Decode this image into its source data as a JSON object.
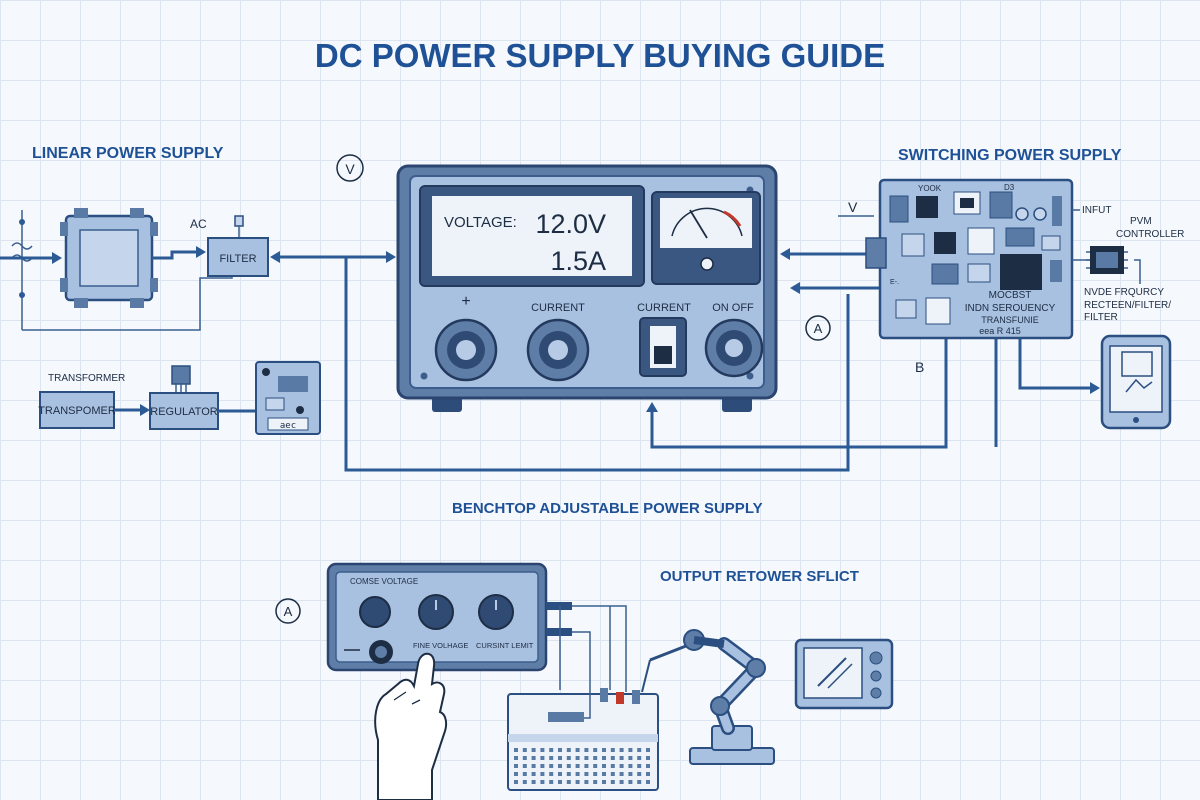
{
  "title": "DC POWER SUPPLY BUYING GUIDE",
  "sections": {
    "linear": "LINEAR POWER SUPPLY",
    "switching": "SWITCHING POWER SUPPLY",
    "benchtop": "BENCHTOP ADJUSTABLE POWER SUPPLY",
    "output": "OUTPUT RETOWER SFLICT"
  },
  "linear": {
    "ac_label": "AC",
    "filter_label": "FILTER",
    "transformer_caption": "TRANSFORMER",
    "transformer_label": "TRANSPOMER",
    "regulator_label": "REGULATOR",
    "board_tag": "aec"
  },
  "markers": {
    "v_circle": "V",
    "a_circle_right": "A",
    "a_circle_bottom": "A",
    "b_label": "B",
    "v_switch": "V"
  },
  "main_unit": {
    "voltage_label": "VOLTAGE:",
    "voltage_value": "12.0V",
    "current_value": "1.5A",
    "plus_label": "+",
    "knob2_label": "CURRENT",
    "switch_label": "CURRENT",
    "power_label": "ON OFF"
  },
  "switching": {
    "board_top_text": "YOOK",
    "board_top_text2": "D3",
    "input_label": "INFUT",
    "pwm_label": "PVM",
    "controller_label": "CONTROLLER",
    "freq_label": "NVDE FRQURCY",
    "rect_label": "RECTEEN/FILTER/",
    "filter_label": "FILTER",
    "mosfet_line1": "MOCBST",
    "mosfet_line2": "INDN SEROUENCY",
    "mosfet_line3": "TRANSFUNIE",
    "board_bottom_text": "eea R 415",
    "left_tag": "E-."
  },
  "benchtop_unit": {
    "coarse_label": "COMSE VOLTAGE",
    "fine_label": "FINE VOLHAGE",
    "limit_label": "CURSINT LEMIT"
  },
  "colors": {
    "primary": "#1f4e8c",
    "panel": "#a9c1e0",
    "panel_dark": "#5a7aa6",
    "screen": "#eef3fa",
    "grid": "#dbe4ef"
  }
}
